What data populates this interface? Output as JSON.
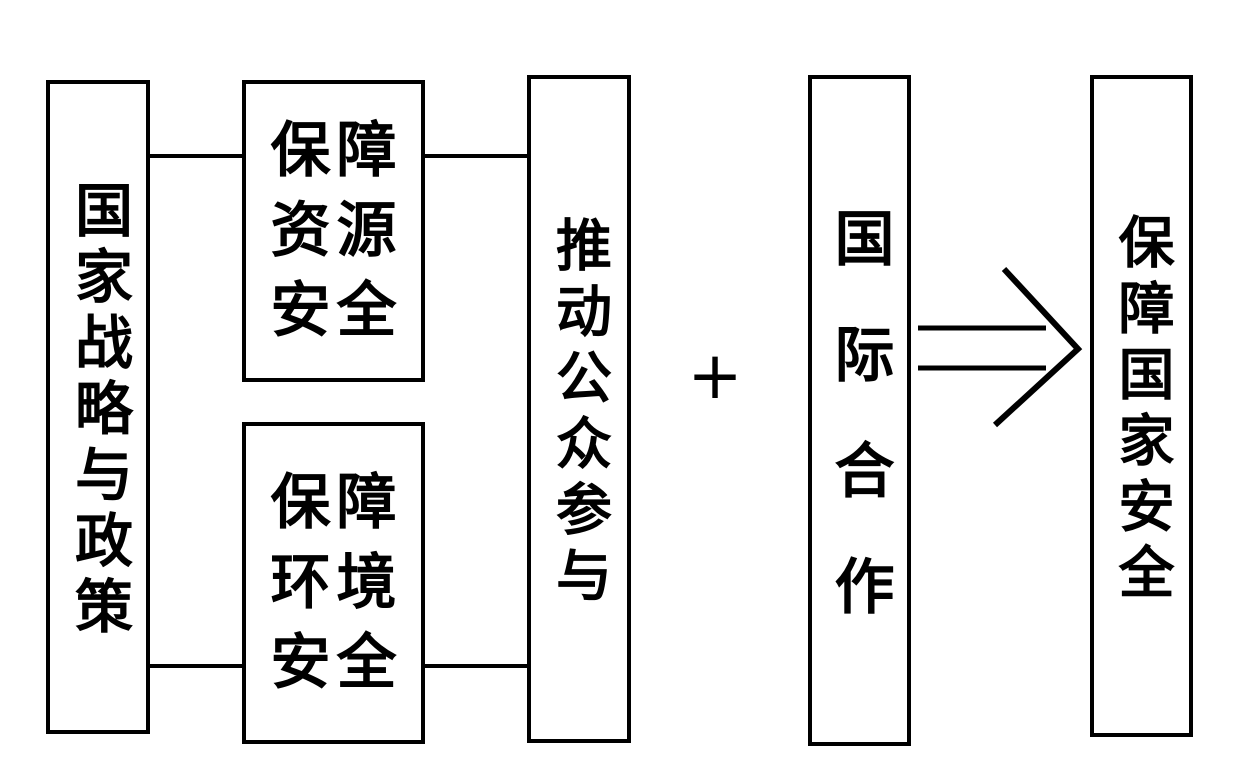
{
  "diagram": {
    "background_color": "#ffffff",
    "line_color": "#000000",
    "boxes": [
      {
        "id": "national-strategy-policy",
        "text": "国家战略与政策",
        "orientation": "vertical"
      },
      {
        "id": "safeguard-resource-security",
        "text": "保障\n资源\n安全",
        "orientation": "horizontal"
      },
      {
        "id": "safeguard-environment-security",
        "text": "保障\n环境\n安全",
        "orientation": "horizontal"
      },
      {
        "id": "promote-public-participation",
        "text": "推动公众参与",
        "orientation": "vertical"
      },
      {
        "id": "international-cooperation",
        "text": "国际合作",
        "orientation": "vertical"
      },
      {
        "id": "safeguard-national-security",
        "text": "保障国家安全",
        "orientation": "vertical"
      }
    ],
    "operators": {
      "plus": "+"
    },
    "icons": {
      "double_arrow": "double-arrow-icon"
    }
  }
}
